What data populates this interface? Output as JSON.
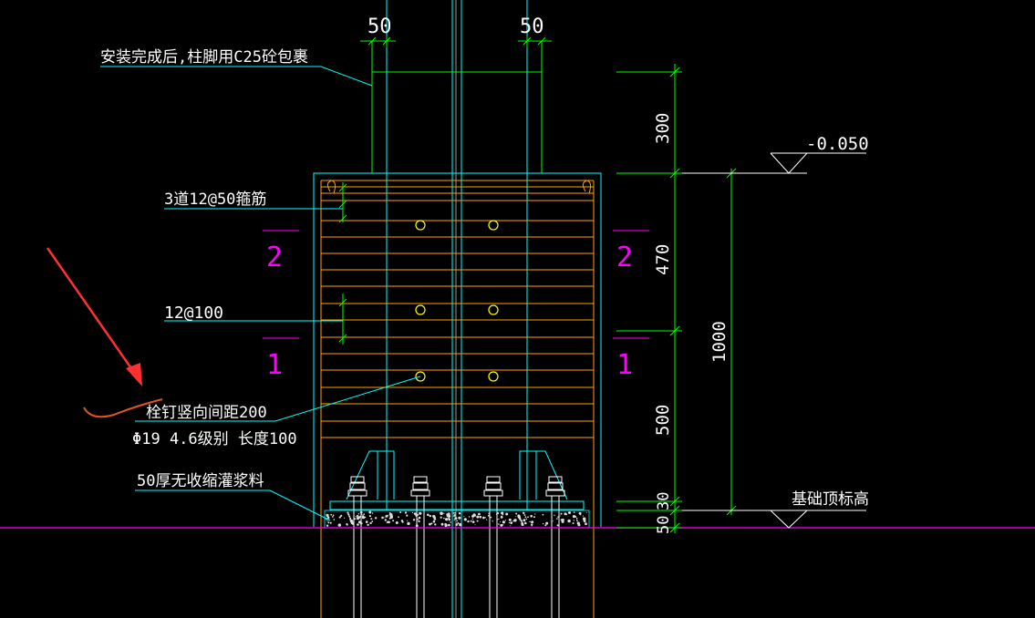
{
  "colors": {
    "background": "#000000",
    "dimension": "#00ff00",
    "leader": "#00ffff",
    "rebar": "#ffa500",
    "bolt": "#ffff00",
    "grade_line": "#ff00ff",
    "section_mark": "#ff00ff",
    "text": "#ffffff",
    "arrow": "#ff3030",
    "scribble": "#e0561a"
  },
  "dims": {
    "top_left_50": "50",
    "top_right_50": "50",
    "d300": "300",
    "d470": "470",
    "d500": "500",
    "d30": "30",
    "d50": "50",
    "d1000": "1000"
  },
  "elevations": {
    "top": "-0.050",
    "foundation": "基础顶标高"
  },
  "annotations": {
    "encase": "安装完成后,柱脚用C25砼包裹",
    "stirrup": "3道12@50箍筋",
    "rebar": "12@100",
    "stud_spacing": "栓钉竖向间距200",
    "stud_spec": "Φ19  4.6级别  长度100",
    "grout": "50厚无收缩灌浆料"
  },
  "section_marks": {
    "left_2": "2",
    "right_2": "2",
    "left_1": "1",
    "right_1": "1"
  }
}
